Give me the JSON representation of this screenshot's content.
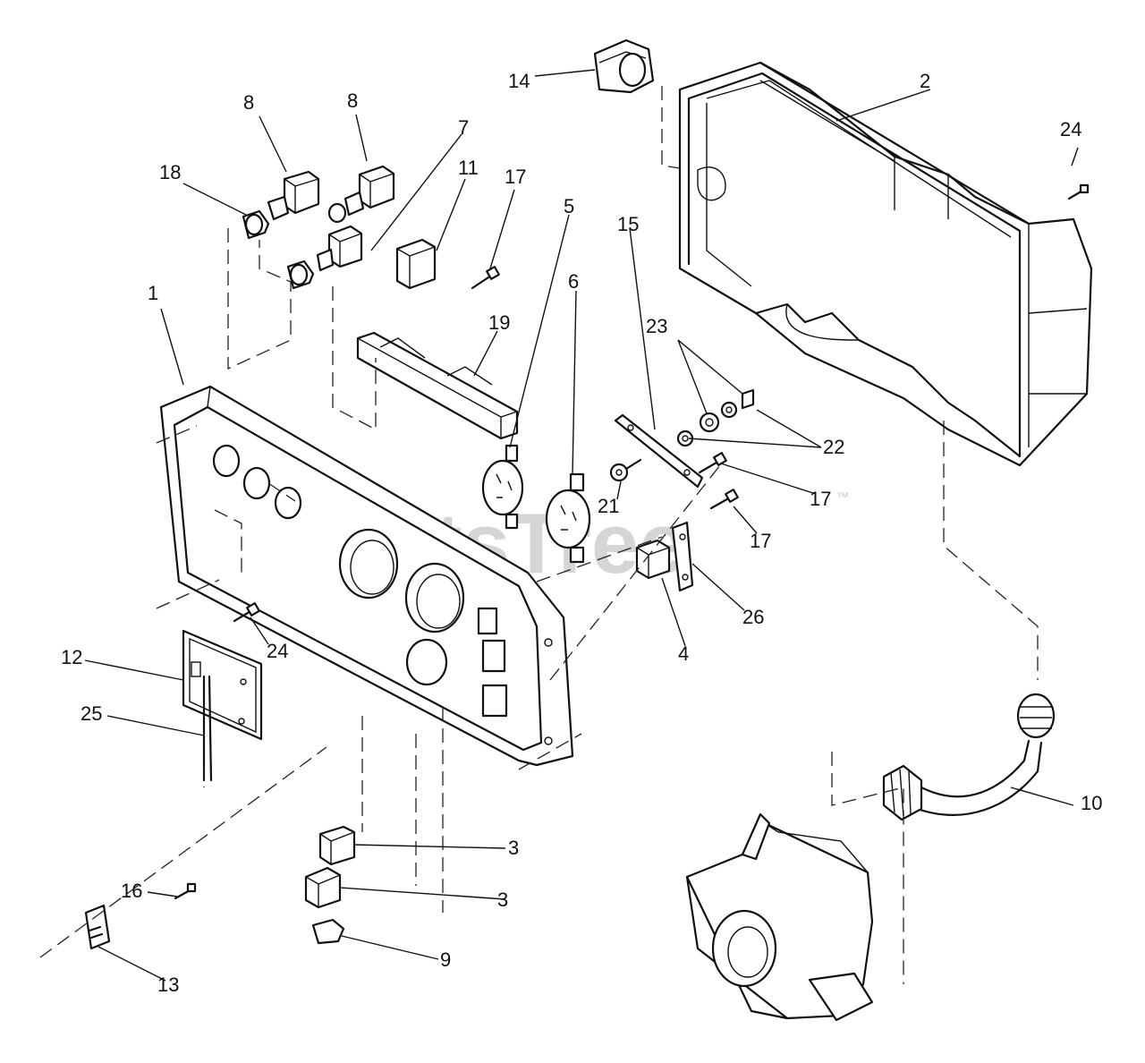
{
  "watermark": {
    "text": "PartsTree",
    "trademark": "™"
  },
  "callouts": {
    "c1": "1",
    "c2": "2",
    "c3a": "3",
    "c3b": "3",
    "c4": "4",
    "c5": "5",
    "c6": "6",
    "c7": "7",
    "c8a": "8",
    "c8b": "8",
    "c9": "9",
    "c10": "10",
    "c11": "11",
    "c12": "12",
    "c13": "13",
    "c14": "14",
    "c15": "15",
    "c16": "16",
    "c17a": "17",
    "c17b": "17",
    "c17c": "17",
    "c18": "18",
    "c19": "19",
    "c21": "21",
    "c22": "22",
    "c23": "23",
    "c24a": "24",
    "c24b": "24",
    "c25": "25",
    "c26": "26"
  }
}
